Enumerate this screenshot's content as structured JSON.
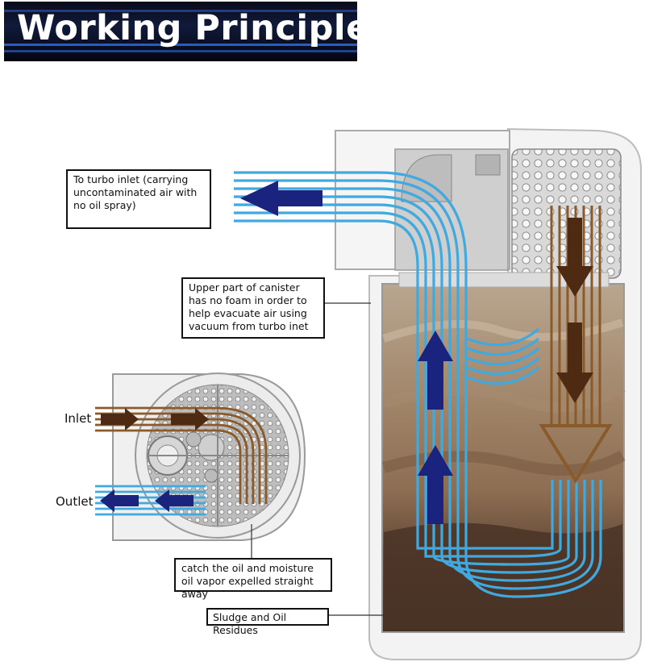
{
  "title": "Working Principle",
  "labels": {
    "turbo_inlet": "To turbo inlet (carrying uncontaminated air with no oil spray)",
    "upper_part": "Upper part of canister has no foam in order to help evacuate air using vacuum from turbo inet",
    "catch_oil": "catch the oil and moisture oil vapor expelled straight away",
    "sludge": "Sludge and Oil Residues",
    "inlet": "Inlet",
    "outlet": "Outlet"
  },
  "colors": {
    "air_flow": "#3fa9e0",
    "oil_flow": "#8a5a2b",
    "arrow_blue": "#1a237e",
    "arrow_brown": "#4e2a12",
    "banner_bg": "#0a0a1a",
    "banner_text": "#ffffff"
  }
}
